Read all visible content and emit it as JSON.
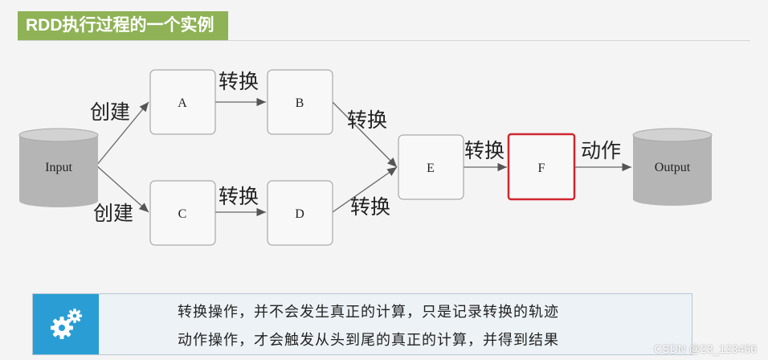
{
  "title": "RDD执行过程的一个实例",
  "nodes": {
    "input": "Input",
    "a": "A",
    "b": "B",
    "c": "C",
    "d": "D",
    "e": "E",
    "f": "F",
    "output": "Output"
  },
  "edges": {
    "create_a": "创建",
    "create_c": "创建",
    "ab": "转换",
    "cd": "转换",
    "be": "转换",
    "de": "转换",
    "ef": "转换",
    "f_out": "动作"
  },
  "info": {
    "line1": "转换操作，并不会发生真正的计算，只是记录转换的轨迹",
    "line2": "动作操作，才会触发从头到尾的真正的计算，并得到结果"
  },
  "watermark": "CSDN @23_123456",
  "colors": {
    "title_bg": "#8eb255",
    "highlight": "#d0262e",
    "icon_bg": "#2a9ed4",
    "cylinder": "#b5b5b5"
  },
  "icons": {
    "info_icon": "gears-icon"
  }
}
